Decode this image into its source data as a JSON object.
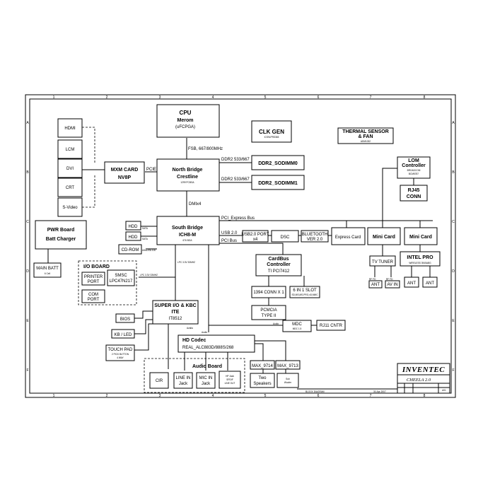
{
  "grid": {
    "cols": [
      "1",
      "2",
      "3",
      "4",
      "5",
      "6",
      "7",
      "8"
    ],
    "rows": [
      "A",
      "B",
      "C",
      "D",
      "E",
      "F"
    ]
  },
  "cpu": {
    "title": "CPU",
    "name": "Merom",
    "pkg": "(uFCPGA)"
  },
  "clk_gen": {
    "title": "CLK GEN",
    "sub": "ICS9LPRS365"
  },
  "thermal": {
    "line1": "THERMAL SENSOR",
    "line2": "& FAN",
    "sub": "ADM1032"
  },
  "fsb_label": "FSB, 667/800MHz",
  "nb": {
    "line1": "North Bridge",
    "line2": "Crestline",
    "sub": "1299 PCBGA"
  },
  "ddr_labels": [
    "DDR2 533/667",
    "DDR2 533/667"
  ],
  "ddr_boxes": [
    "DDR2_SODIMM0",
    "DDR2_SODIMM1"
  ],
  "displays": [
    "HDMI",
    "LCM",
    "DVI",
    "CRT",
    "S-Video"
  ],
  "mxm": {
    "line1": "MXM CARD",
    "line2": "NV8P"
  },
  "pcie_label": "PCIE",
  "dmi_label": "DMIx4",
  "lom": {
    "line1": "LOM",
    "line2": "Controller",
    "line3": "BROADCOM",
    "line4": "BCM5787"
  },
  "rj45": {
    "line1": "RJ45",
    "line2": "CONN"
  },
  "pwr": {
    "line1": "PWR Board",
    "line2": "Batt Charger"
  },
  "main_batt": {
    "line1": "MAIN BATT",
    "line2": "6 Cell"
  },
  "sb": {
    "line1": "South Bridge",
    "line2": "ICH8-M",
    "sub": "676 BGA"
  },
  "pci_express_bus": "PCI_Express Bus",
  "usb_label": "USB 2.0",
  "pci_bus": "PCI Bus",
  "hdd": [
    "HDD",
    "HDD"
  ],
  "sata_labels": [
    "SATA",
    "SATA"
  ],
  "cdrom": "CD-ROM",
  "ultra_label": "Ultra ATA 100",
  "usb_port": {
    "line1": "USB2.0 PORT",
    "line2": "x4"
  },
  "dsc": "DSC",
  "bt": {
    "line1": "BLUETOOTH",
    "line2": "VER 2.0"
  },
  "express_card": "Express Card",
  "mini_cards": [
    "Mini Card",
    "Mini Card"
  ],
  "intel_pro": {
    "line1": "INTEL PRO",
    "line2": "WIRELESS 3945ABG"
  },
  "tv_tuner": "TV TUNER",
  "rf_labels": [
    "RF FD",
    "RF FD"
  ],
  "ants": [
    "ANT",
    "AV IN",
    "ANT",
    "ANT"
  ],
  "cardbus": {
    "line1": "CardBus",
    "line2": "Controller",
    "line3": "TI  PCI7412"
  },
  "conn1394": "1394 CONN X 1",
  "slot6in1": {
    "line1": "6 IN 1 SLOT",
    "line2": "SD,MS,MS-PRO,xD,MMC"
  },
  "pcmcia": {
    "line1": "PCMCIA",
    "line2": "TYPE II"
  },
  "io_board": {
    "title": "I/O BOARD",
    "printer": {
      "line1": "PRINTER",
      "line2": "PORT"
    },
    "smsc": {
      "line1": "SMSC",
      "line2": "LPC47N217"
    },
    "com": {
      "line1": "COM",
      "line2": "PORT"
    }
  },
  "lpc_labels": [
    "LPC 3.3V 33MHZ",
    "LPC 3.3V 33MHZ"
  ],
  "super_io": {
    "line1": "SUPER I/O & KBC",
    "line2": "ITE",
    "line3": "IT8512"
  },
  "bios": "BIOS",
  "kb_led": "KB / LED",
  "touch_pad": {
    "line1": "TOUCH PAD",
    "line2": "2 PICK BUTTON",
    "line3": "4 WAY"
  },
  "azalia_labels": [
    "Azalia",
    "Audio",
    "Audio"
  ],
  "mdc": {
    "line1": "MDC",
    "line2": "MDC 1.5"
  },
  "rj11": "RJ11 CNTR",
  "hd_codec": {
    "line1": "HD Codec",
    "line2": "REAL_ALC883D/888S/268"
  },
  "max_boxes": [
    "MAX_9714",
    "MAX_9713"
  ],
  "two_speakers": {
    "line1": "Two",
    "line2": "Speakers"
  },
  "sub_woofer": {
    "line1": "Sub",
    "line2": "Woofer"
  },
  "audio_board": {
    "title": "Audio  Board",
    "cir": "CIR",
    "line_in": {
      "line1": "LINE IN",
      "line2": "Jack"
    },
    "mic_in": {
      "line1": "MIC IN",
      "line2": "Jack"
    },
    "hp": {
      "line1": "HP Jack",
      "line2": "SPDIF",
      "line3": "LINE OUT"
    }
  },
  "title_block": {
    "company": "INVENTEC",
    "project": "CHEELA 2.0",
    "doc": "BLOCK DIAGRAM",
    "date": "30-Apr-2007",
    "rev": "A01"
  }
}
